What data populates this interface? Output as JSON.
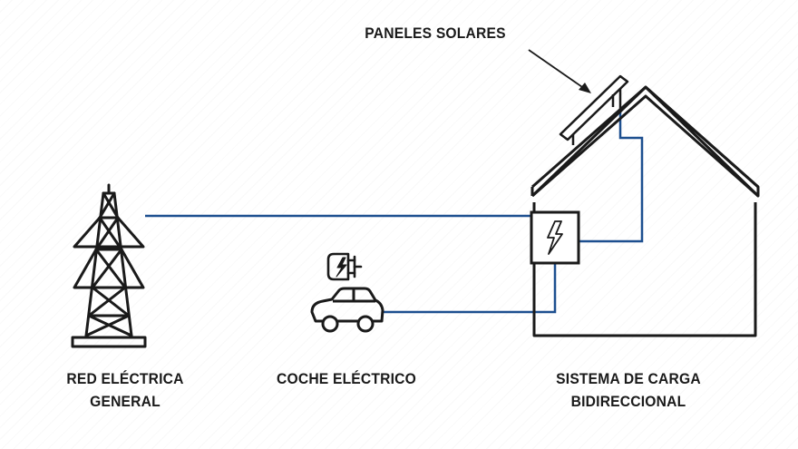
{
  "labels": {
    "solar_panels": "PANELES SOLARES",
    "grid_line1": "RED ELÉCTRICA",
    "grid_line2": "GENERAL",
    "car": "COCHE ELÉCTRICO",
    "system_line1": "SISTEMA DE CARGA",
    "system_line2": "BIDIRECCIONAL"
  },
  "icons": {
    "tower": "power-tower-icon",
    "plug": "ev-plug-icon",
    "car": "car-icon",
    "house": "house-icon",
    "solar": "solar-panel-icon",
    "inverter": "lightning-icon"
  },
  "colors": {
    "line": "#1d4f8f",
    "stroke": "#1a1a1a",
    "background": "#ffffff"
  }
}
